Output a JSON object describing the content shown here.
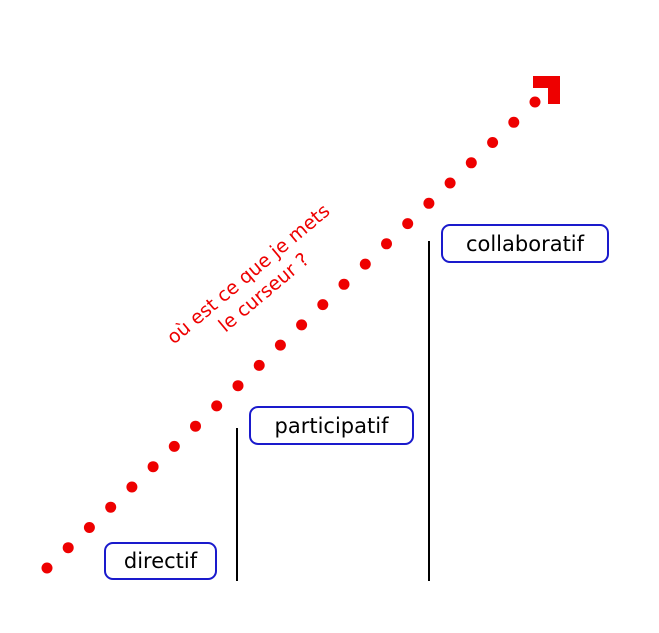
{
  "colors": {
    "accent": "#ee0000",
    "box_border": "#1a1acc",
    "line": "#000000",
    "text": "#000000"
  },
  "question": {
    "line1": "où est ce que je mets",
    "line2": "le curseur ?"
  },
  "levels": [
    {
      "id": "directif",
      "label": "directif"
    },
    {
      "id": "participatif",
      "label": "participatif"
    },
    {
      "id": "collaboratif",
      "label": "collaboratif"
    }
  ],
  "arrow": {
    "icon": "arrow-head-icon",
    "dot_count": 24
  }
}
